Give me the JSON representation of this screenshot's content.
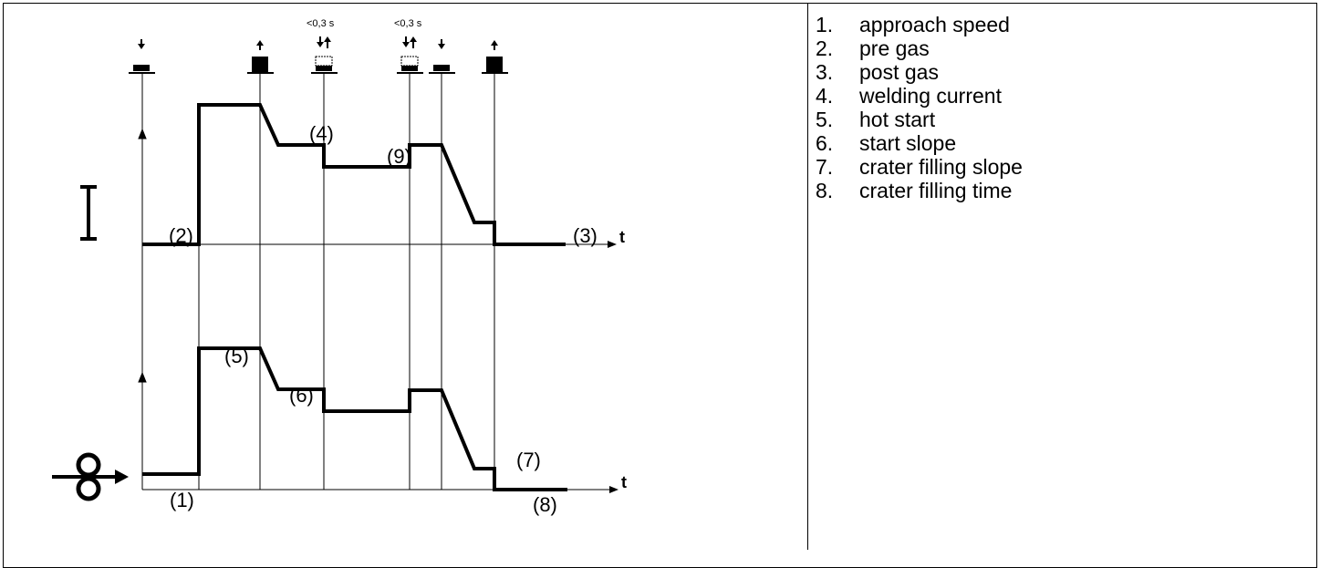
{
  "diagram": {
    "labels": {
      "l1": "(1)",
      "l2": "(2)",
      "l3": "(3)",
      "l4": "(4)",
      "l5": "(5)",
      "l6": "(6)",
      "l7": "(7)",
      "l8": "(8)",
      "l9": "(9)"
    },
    "axis_t_upper": "t",
    "axis_t_lower": "t",
    "timing_left": "<0,3 s",
    "timing_right": "<0,3 s"
  },
  "legend": [
    {
      "num": "1.",
      "text": "approach speed"
    },
    {
      "num": "2.",
      "text": "pre gas"
    },
    {
      "num": "3.",
      "text": "post gas"
    },
    {
      "num": "4.",
      "text": "welding current"
    },
    {
      "num": "5.",
      "text": "hot start"
    },
    {
      "num": "6.",
      "text": "start slope"
    },
    {
      "num": "7.",
      "text": "crater filling slope"
    },
    {
      "num": "8.",
      "text": "crater filling time"
    }
  ]
}
